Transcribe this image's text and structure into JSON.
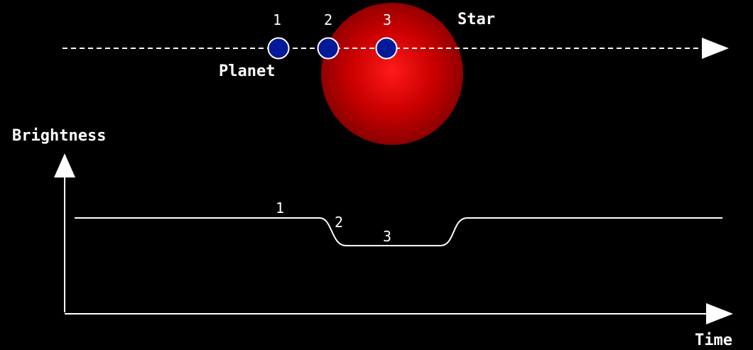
{
  "labels": {
    "star": "Star",
    "planet": "Planet",
    "y_axis": "Brightness",
    "x_axis": "Time"
  },
  "positions": [
    "1",
    "2",
    "3"
  ],
  "curve_labels": [
    "1",
    "2",
    "3"
  ],
  "colors": {
    "background": "#000000",
    "foreground": "#ffffff",
    "star_center": "#ff2020",
    "star_mid": "#c80000",
    "star_edge": "#8a0000",
    "planet_fill": "#001a99"
  }
}
